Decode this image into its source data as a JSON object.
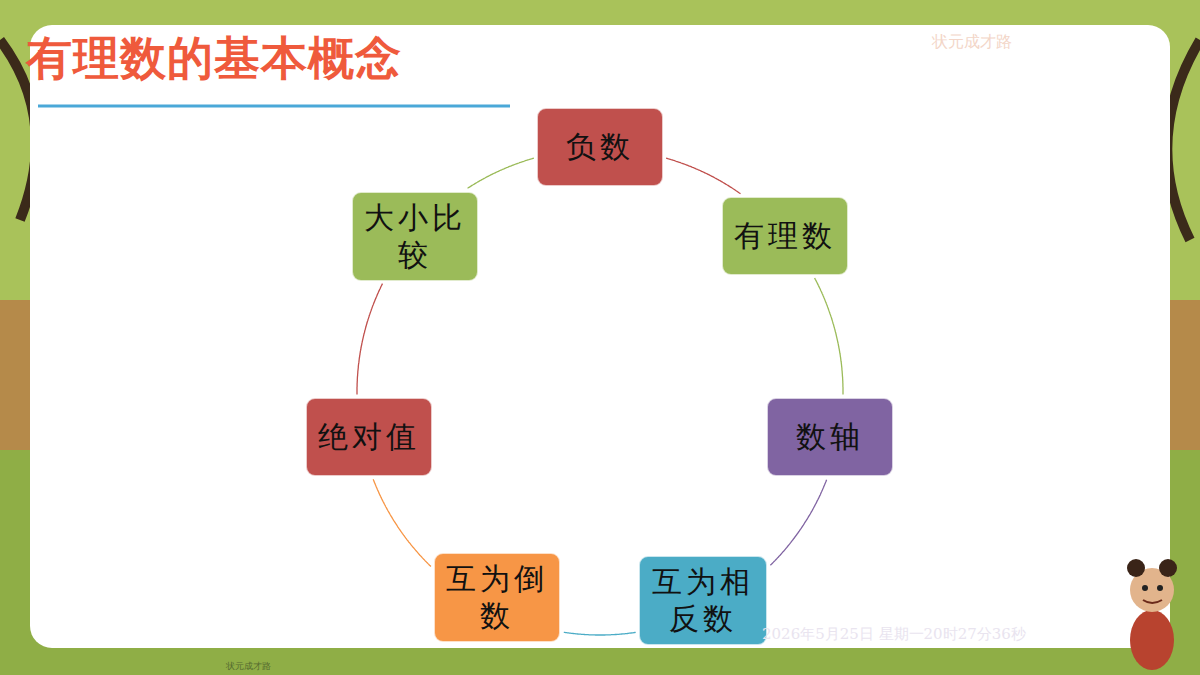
{
  "diagram": {
    "title": "有理数的基本概念",
    "nodes": [
      {
        "text": [
          "负数"
        ]
      },
      {
        "text": [
          "有理数"
        ]
      },
      {
        "text": [
          "数轴"
        ]
      },
      {
        "text": [
          "互为相反数"
        ]
      },
      {
        "text": [
          "互为倒数"
        ]
      },
      {
        "text": [
          "绝对值"
        ]
      },
      {
        "text": [
          "大小比较"
        ]
      }
    ],
    "edges": [
      {
        "from": 0,
        "to": 1,
        "arrow": "none"
      },
      {
        "from": 1,
        "to": 2,
        "arrow": "none"
      },
      {
        "from": 2,
        "to": 3,
        "arrow": "none"
      },
      {
        "from": 3,
        "to": 4,
        "arrow": "none"
      },
      {
        "from": 4,
        "to": 5,
        "arrow": "none"
      },
      {
        "from": 5,
        "to": 6,
        "arrow": "none"
      },
      {
        "from": 6,
        "to": 0,
        "arrow": "none"
      }
    ],
    "labels": [
      "状元成才路",
      "2026年5月25日 星期一20时27分36秒",
      "状元成才路"
    ]
  }
}
